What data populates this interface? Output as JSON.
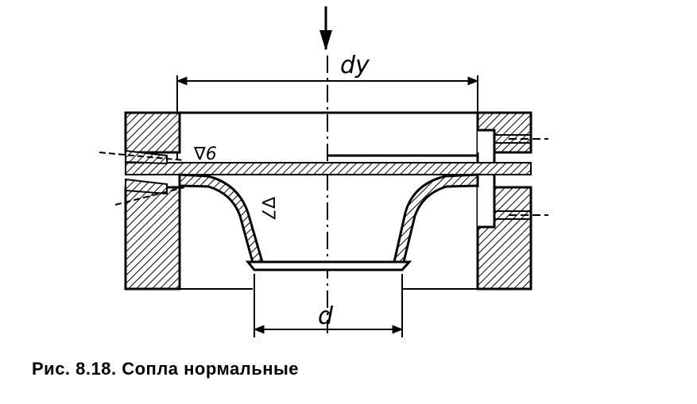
{
  "figure": {
    "labels": {
      "inlet_diameter": "dy",
      "throat_diameter": "d",
      "roughness_top": "∇6",
      "roughness_side": "∇7"
    },
    "caption": "Рис. 8.18. Сопла нормальные"
  }
}
